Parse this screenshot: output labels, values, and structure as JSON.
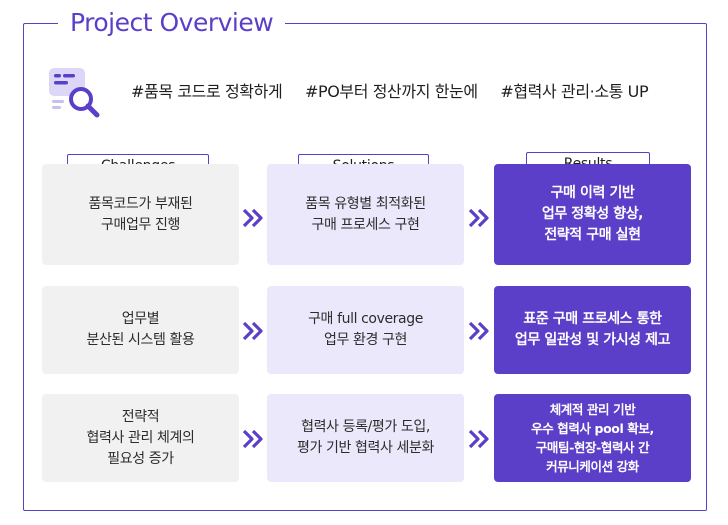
{
  "title": "Project Overview",
  "tags": [
    "#품목 코드로 정확하게",
    "#PO부터 정산까지 한눈에",
    "#협력사 관리·소통 UP"
  ],
  "columns": [
    "Challenges",
    "Solutions",
    "Results"
  ],
  "rows": [
    {
      "challenge": "품목코드가 부재된\n구매업무 진행",
      "solution": "품목 유형별 최적화된\n구매 프로세스 구현",
      "result": "구매 이력 기반\n업무 정확성 향상,\n전략적 구매 실현"
    },
    {
      "challenge": "업무별\n분산된 시스템 활용",
      "solution": "구매 full coverage\n업무 환경 구현",
      "result": "표준 구매 프로세스 통한\n업무 일관성 및 가시성 제고"
    },
    {
      "challenge": "전략적\n협력사 관리 체계의\n필요성 증가",
      "solution": "협력사 등록/평가 도입,\n평가 기반 협력사 세분화",
      "result": "체계적 관리 기반\n우수 협력사 pool 확보,\n구매팀-현장-협력사 간\n커뮤니케이션 강화"
    }
  ],
  "icons": {
    "header": "search-document-icon",
    "arrow": "double-chevron-right-icon"
  },
  "colors": {
    "accent": "#5b3fc8",
    "challenge_bg": "#f1f1f1",
    "solution_bg": "#ece8fb"
  }
}
